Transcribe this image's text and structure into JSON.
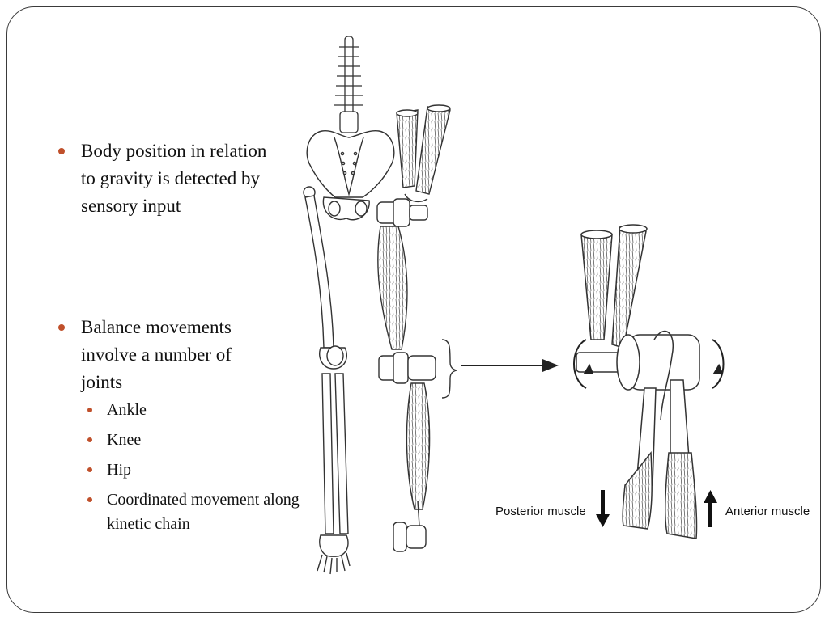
{
  "bullets": [
    {
      "text": "Body position in relation to gravity is detected by sensory input"
    },
    {
      "text": "Balance movements involve a number of joints",
      "sub": [
        "Ankle",
        "Knee",
        "Hip",
        "Coordinated movement along kinetic chain"
      ]
    }
  ],
  "figure": {
    "posterior_label": "Posterior muscle",
    "anterior_label": "Anterior muscle"
  },
  "colors": {
    "bullet": "#c0502b",
    "line": "#222222"
  }
}
